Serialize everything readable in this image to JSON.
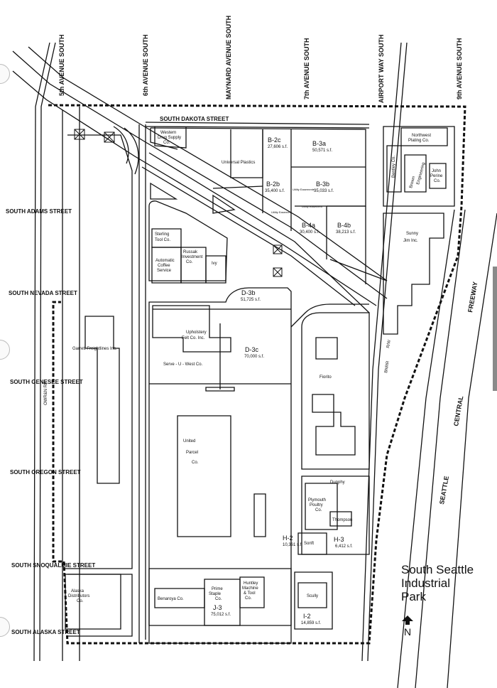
{
  "title": {
    "line1": "South Seattle",
    "line2": "Industrial",
    "line3": "Park"
  },
  "north_label": "N",
  "colors": {
    "ink": "#111111",
    "paper": "#ffffff",
    "margin_tab": "#8a8a8a"
  },
  "streets_vertical": {
    "fifth": "5th AVENUE SOUTH",
    "sixth": "6th AVENUE SOUTH",
    "maynard": "MAYNARD AVENUE SOUTH",
    "seventh": "7th AVENUE SOUTH",
    "airport": "AIRPORT WAY SOUTH",
    "ninth": "9th AVENUE SOUTH"
  },
  "streets_horizontal": {
    "dakota": "SOUTH DAKOTA STREET",
    "adams": "SOUTH ADAMS STREET",
    "nevada": "SOUTH NEVADA STREET",
    "genesee": "SOUTH GENESEE STREET",
    "oregon": "SOUTH OREGON STREET",
    "snoqualmie": "SOUTH SNOQUALMIE STREET",
    "alaska": "SOUTH ALASKA STREET"
  },
  "railroad": {
    "owrr": "OWR&N RR",
    "bnrr": "BNRR",
    "rw": "R/W"
  },
  "freeway": {
    "freeway": "FREEWAY",
    "central": "CENTRAL",
    "seattle": "SEATTLE"
  },
  "businesses": {
    "western_1": "Western",
    "western_2": "Drug Supply",
    "western_3": "Co.",
    "universal": "Universal Plastics",
    "northwest_1": "Northwest",
    "northwest_2": "Plating Co.",
    "bentley": "Bentley Co.",
    "brown_1": "Brown",
    "brown_2": "Engineering",
    "john_1": "John",
    "john_2": "Perine",
    "john_3": "Co.",
    "sunny_1": "Sunny",
    "sunny_2": "Jim Inc.",
    "sterling_1": "Sterling",
    "sterling_2": "Tool Co.",
    "russak_1": "Russak",
    "russak_2": "Investment",
    "russak_3": "Co.",
    "auto_1": "Automatic",
    "auto_2": "Coffee",
    "auto_3": "Service",
    "ivy": "Ivy",
    "garrett": "Garrett Freightlines Inc.",
    "upholstery_1": "Upholstery",
    "upholstery_2": "Felt Co. Inc.",
    "serve_u_west": "Serve - U - West    Co.",
    "fiorito": "Fiorito",
    "united_1": "United",
    "united_2": "Parcel",
    "united_3": "Co.",
    "dunphy": "Dunphy",
    "plymouth_1": "Plymouth",
    "plymouth_2": "Poultry",
    "plymouth_3": "Co.",
    "thompson": "Thompson",
    "sonft": "Sonft",
    "alaska_d_1": "Alaska",
    "alaska_d_2": "Distributors",
    "alaska_d_3": "Co.",
    "benaroya": "Benaroya  Co.",
    "prime_1": "Prime",
    "prime_2": "Staple",
    "prime_3": "Co.",
    "huntley_1": "Huntley",
    "huntley_2": "Machine",
    "huntley_3": "& Tool",
    "huntley_4": "Co.",
    "scully": "Scully",
    "utility_1": "Utility Easements",
    "utility_2": "Utility Easement",
    "utility_3": "Utility Easement"
  },
  "parcels": {
    "b2c": {
      "id": "B-2c",
      "area": "27,606 s.f."
    },
    "b3a": {
      "id": "B-3a",
      "area": "50,571 s.f."
    },
    "b2b": {
      "id": "B-2b",
      "area": "35,400 s.f."
    },
    "b3b": {
      "id": "B-3b",
      "area": "35,033 s.f."
    },
    "b4a": {
      "id": "B-4a",
      "area": "30,400 s.f."
    },
    "b4b": {
      "id": "B-4b",
      "area": "38,213 s.f."
    },
    "d3b": {
      "id": "D-3b",
      "area": "51,725 s.f."
    },
    "d3c": {
      "id": "D-3c",
      "area": "70,000 s.f."
    },
    "h2": {
      "id": "H-2",
      "area": "10,361 s.f."
    },
    "h3": {
      "id": "H-3",
      "area": "6,412 s.f."
    },
    "j3": {
      "id": "J-3",
      "area": "75,012 s.f."
    },
    "i2": {
      "id": "I-2",
      "area": "14,859 s.f."
    }
  }
}
